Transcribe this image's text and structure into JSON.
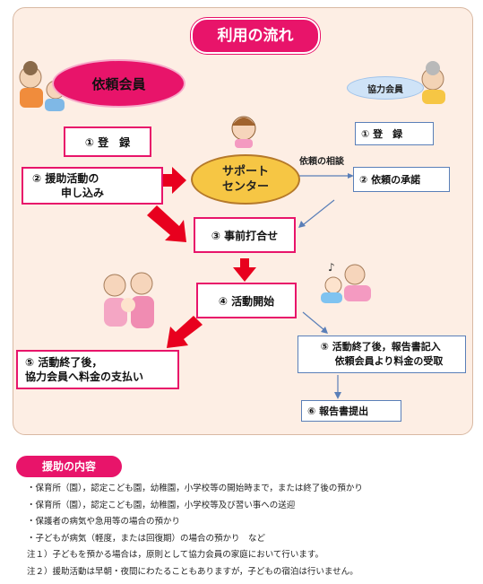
{
  "title": "利用の流れ",
  "requester": {
    "label": "依頼会員"
  },
  "cooperator": {
    "label": "協力会員"
  },
  "center": {
    "line1": "サポート",
    "line2": "センター"
  },
  "steps": {
    "register_left": "① 登　録",
    "apply_line1": "② 援助活動の",
    "apply_line2": "申し込み",
    "pre_meeting": "③ 事前打合せ",
    "start": "④ 活動開始",
    "end_left_line1": "⑤ 活動終了後，",
    "end_left_line2": "協力会員へ料金の支払い",
    "register_right": "① 登　録",
    "accept": "② 依頼の承諾",
    "end_right_line1": "⑤ 活動終了後，報告書記入",
    "end_right_line2": "依頼会員より料金の受取",
    "report": "⑥ 報告書提出"
  },
  "consult_label": "依頼の相談",
  "section": {
    "title": "援助の内容",
    "items": [
      "・保育所（園），認定こども園，幼稚園，小学校等の開始時まで，または終了後の預かり",
      "・保育所（園），認定こども園，幼稚園，小学校等及び習い事への送迎",
      "・保護者の病気や急用等の場合の預かり",
      "・子どもが病気（軽度，または回復期）の場合の預かり　など",
      "注１）子どもを預かる場合は，原則として協力会員の家庭において行います。",
      "注２）援助活動は早朝・夜間にわたることもありますが，子どもの宿泊は行いません。"
    ]
  },
  "colors": {
    "accent": "#e8146a",
    "center": "#f6c644",
    "blue": "#5a7fb8",
    "panel": "#fdeee4"
  }
}
